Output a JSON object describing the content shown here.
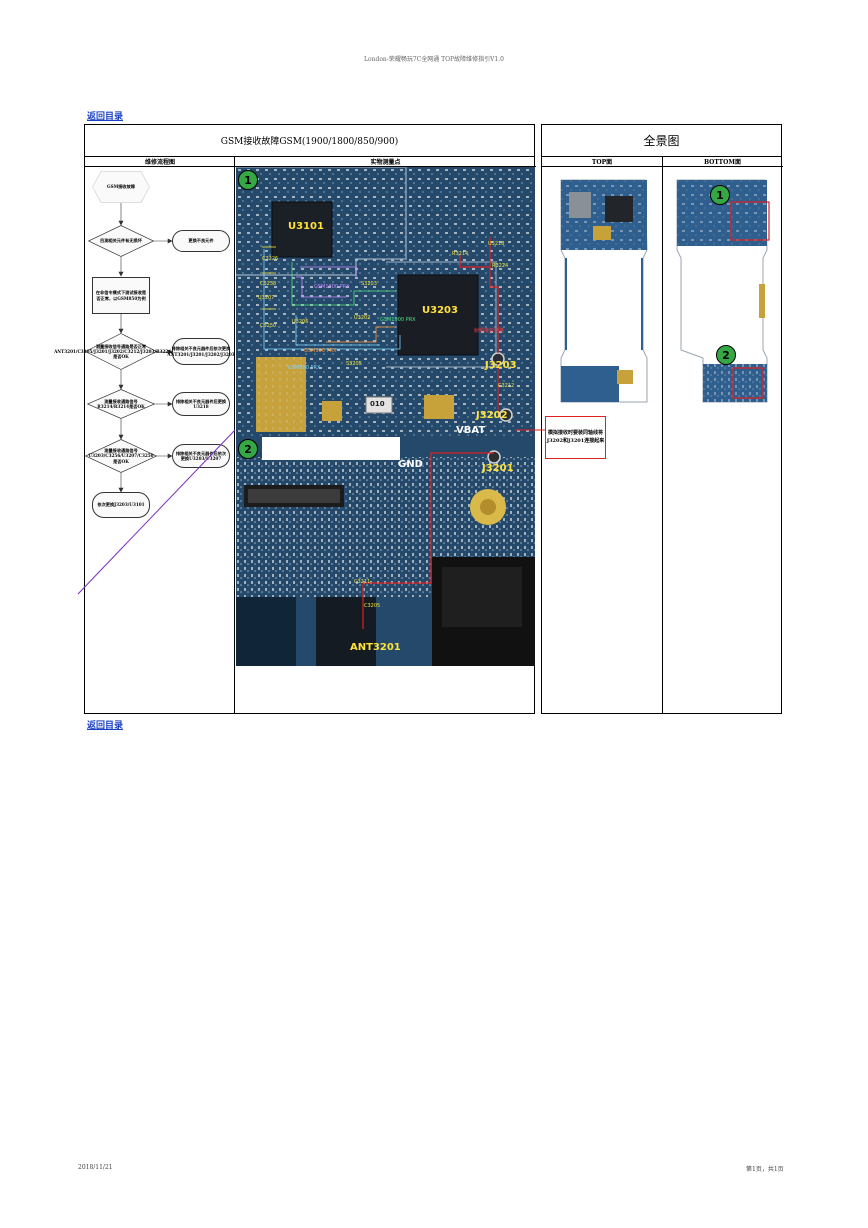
{
  "header": {
    "text": "London-荣耀畅玩7C全网通 TOP故障维修指引V1.0"
  },
  "back_link_top": "返回目录",
  "back_link_bottom": "返回目录",
  "left_panel": {
    "title": "GSM接收故障GSM(1900/1800/850/900)",
    "col_flow": "维修流程图",
    "col_points": "实物测量点"
  },
  "flowchart": {
    "start": "GSM接收故障",
    "q1": "目测相关元件有无损坏",
    "a1": "更换不良元件",
    "step1": "在非信令模式下测试接收是否正常，以GSM850为例",
    "q2": "测量接收信号通路是否正常 ANT3201/C3205/J3201/J3202/C3212/J3203/R3224/U3218是否OK",
    "a2": "排除相关不良元器件后依次更换ANT3201/J3201/J3202/J3203",
    "q3": "测量接收通路信号R3214/R3214是否OK",
    "a3": "排除相关不良元器件后更换U3218",
    "q4": "测量接收通路信号U3203/C3256/U3207/C3250是否OK",
    "a4": "排除相关不良元器件后依次更换U3203/U3207",
    "end": "依次更换J3203/U3101"
  },
  "pcb": {
    "components": {
      "u3101": "U3101",
      "u3203": "U3203",
      "j3203": "J3203",
      "j3202": "J3202",
      "j3201": "J3201",
      "ant3201": "ANT3201",
      "vbat": "VBAT",
      "gnd": "GND",
      "c3212": "C3212",
      "c3205": "C3205",
      "c3211": "C3211",
      "r3214": "R3214",
      "u3218": "U3218",
      "r3224": "R3224",
      "s3203": "S3203",
      "s3205": "S3205",
      "u3202": "U3202",
      "u3206": "U3206",
      "u3207": "U3207",
      "c3226": "C3226",
      "c3238": "C3238",
      "c3250": "C3250",
      "chip_010": "010",
      "gsm1800": "GSM1800 PRX",
      "gsm1900": "GSM1900 PRX",
      "gsm850": "GSM850 PRX",
      "gsm900": "GSM900 PRX",
      "red_note": "射频接收通路"
    },
    "badge1": "1",
    "badge2": "2"
  },
  "right_panel": {
    "title": "全景图",
    "col_top": "TOP面",
    "col_bottom": "BOTTOM面",
    "badge1": "1",
    "badge2": "2"
  },
  "callout": "模拟接收时要装同轴线将J3202和J3201连接起来",
  "footer": {
    "date": "2018/11/21",
    "page": "第1页，共1页"
  },
  "colors": {
    "link": "#1a3fc4",
    "pcb_blue": "#23486a",
    "trace_red": "#e02020",
    "trace_yellow": "#f6e53b",
    "badge_green": "#35a845",
    "diag_purple": "#7a2fbf"
  }
}
